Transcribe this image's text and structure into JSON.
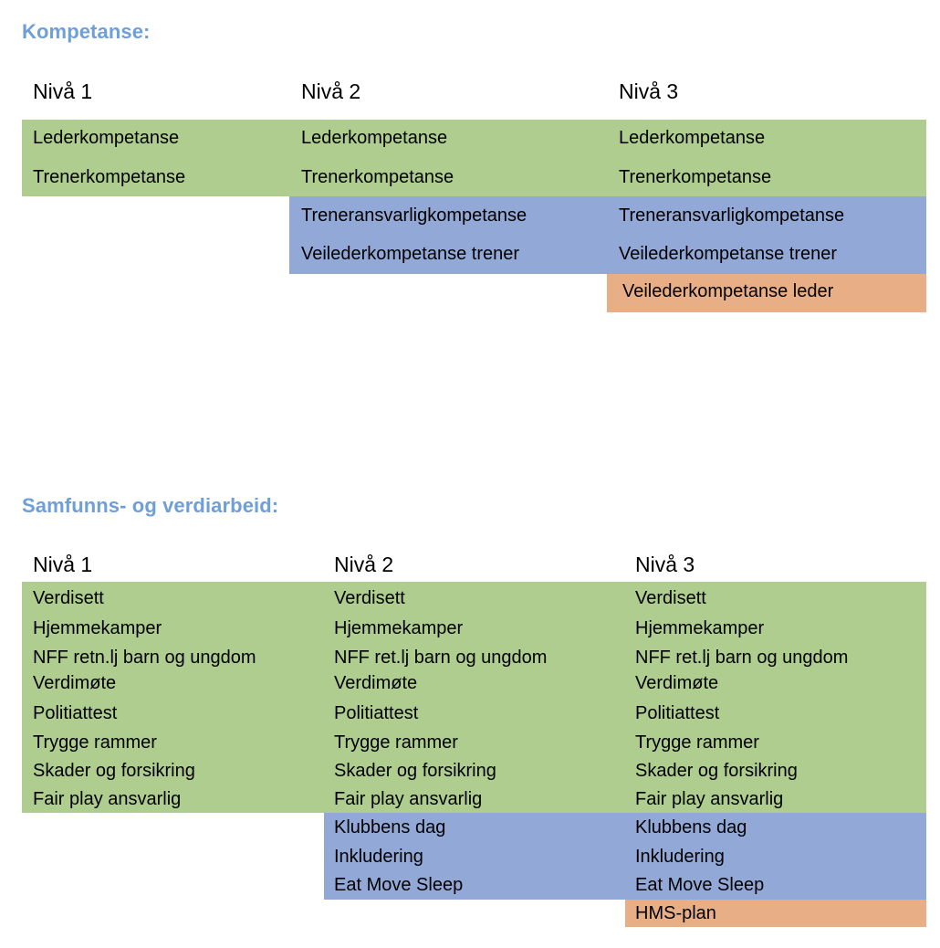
{
  "sections": [
    {
      "id": "kompetanse",
      "heading": "Kompetanse:",
      "columns": [
        {
          "header": "Nivå 1",
          "groups": [
            {
              "color": "green",
              "items": [
                "Lederkompetanse",
                "Trenerkompetanse"
              ]
            }
          ]
        },
        {
          "header": "Nivå 2",
          "groups": [
            {
              "color": "green",
              "items": [
                "Lederkompetanse",
                "Trenerkompetanse"
              ]
            },
            {
              "color": "blue",
              "items": [
                "Treneransvarligkompetanse",
                "Veilederkompetanse trener"
              ]
            }
          ]
        },
        {
          "header": "Nivå 3",
          "groups": [
            {
              "color": "green",
              "items": [
                "Lederkompetanse",
                "Trenerkompetanse"
              ]
            },
            {
              "color": "blue",
              "items": [
                "Treneransvarligkompetanse",
                "Veilederkompetanse trener"
              ]
            },
            {
              "color": "orange",
              "items": [
                "Veilederkompetanse leder"
              ]
            }
          ]
        }
      ]
    },
    {
      "id": "samfunn",
      "heading": "Samfunns- og verdiarbeid:",
      "columns": [
        {
          "header": "Nivå 1",
          "groups": [
            {
              "color": "green",
              "items": [
                "Verdisett",
                "Hjemmekamper",
                "NFF retn.lj barn og ungdom",
                "Verdimøte",
                "Politiattest",
                "Trygge rammer",
                "Skader og forsikring",
                "Fair play ansvarlig"
              ]
            }
          ]
        },
        {
          "header": "Nivå 2",
          "groups": [
            {
              "color": "green",
              "items": [
                "Verdisett",
                "Hjemmekamper",
                "NFF ret.lj barn og ungdom",
                "Verdimøte",
                "Politiattest",
                "Trygge rammer",
                "Skader og forsikring",
                "Fair play ansvarlig"
              ]
            },
            {
              "color": "blue",
              "items": [
                "Klubbens dag",
                "Inkludering",
                "Eat Move Sleep"
              ]
            }
          ]
        },
        {
          "header": "Nivå 3",
          "groups": [
            {
              "color": "green",
              "items": [
                "Verdisett",
                "Hjemmekamper",
                "NFF ret.lj barn og ungdom",
                "Verdimøte",
                "Politiattest",
                "Trygge rammer",
                "Skader og forsikring",
                "Fair play ansvarlig"
              ]
            },
            {
              "color": "blue",
              "items": [
                "Klubbens dag",
                "Inkludering",
                "Eat Move Sleep"
              ]
            },
            {
              "color": "orange",
              "items": [
                "HMS-plan"
              ]
            }
          ]
        }
      ]
    }
  ],
  "colors": {
    "heading_blue": "#6f9fd8",
    "band_green": "#aecd8e",
    "band_blue": "#92a9d7",
    "band_orange": "#e8af87",
    "text": "#000000",
    "background": "#ffffff"
  },
  "cells": {
    "k": {
      "c1": {
        "r1": "Lederkompetanse",
        "r2": "Trenerkompetanse"
      },
      "c2": {
        "r1": "Lederkompetanse",
        "r2": "Trenerkompetanse",
        "r3": "Treneransvarligkompetanse",
        "r4": "Veilederkompetanse trener"
      },
      "c3": {
        "r1": "Lederkompetanse",
        "r2": "Trenerkompetanse",
        "r3": "Treneransvarligkompetanse",
        "r4": "Veilederkompetanse trener",
        "r5": "Veilederkompetanse leder"
      }
    },
    "s": {
      "c1": {
        "r1": "Verdisett",
        "r2": "Hjemmekamper",
        "r3": "NFF retn.lj barn og ungdom",
        "r4": "Verdimøte",
        "r5": "Politiattest",
        "r6": "Trygge rammer",
        "r7": "Skader og forsikring",
        "r8": "Fair play ansvarlig"
      },
      "c2": {
        "r1": "Verdisett",
        "r2": "Hjemmekamper",
        "r3": "NFF ret.lj barn og ungdom",
        "r4": "Verdimøte",
        "r5": "Politiattest",
        "r6": "Trygge rammer",
        "r7": "Skader og forsikring",
        "r8": "Fair play ansvarlig",
        "r9": "Klubbens dag",
        "r10": "Inkludering",
        "r11": "Eat Move Sleep"
      },
      "c3": {
        "r1": "Verdisett",
        "r2": "Hjemmekamper",
        "r3": "NFF ret.lj barn og ungdom",
        "r4": "Verdimøte",
        "r5": "Politiattest",
        "r6": "Trygge rammer",
        "r7": "Skader og forsikring",
        "r8": "Fair play ansvarlig",
        "r9": "Klubbens dag",
        "r10": "Inkludering",
        "r11": "Eat Move Sleep",
        "r12": "HMS-plan"
      }
    }
  },
  "headers": {
    "k1": "Nivå 1",
    "k2": "Nivå 2",
    "k3": "Nivå 3",
    "s1": "Nivå 1",
    "s2": "Nivå 2",
    "s3": "Nivå 3"
  },
  "headings": {
    "kompetanse": "Kompetanse:",
    "samfunn": "Samfunns- og verdiarbeid:"
  }
}
